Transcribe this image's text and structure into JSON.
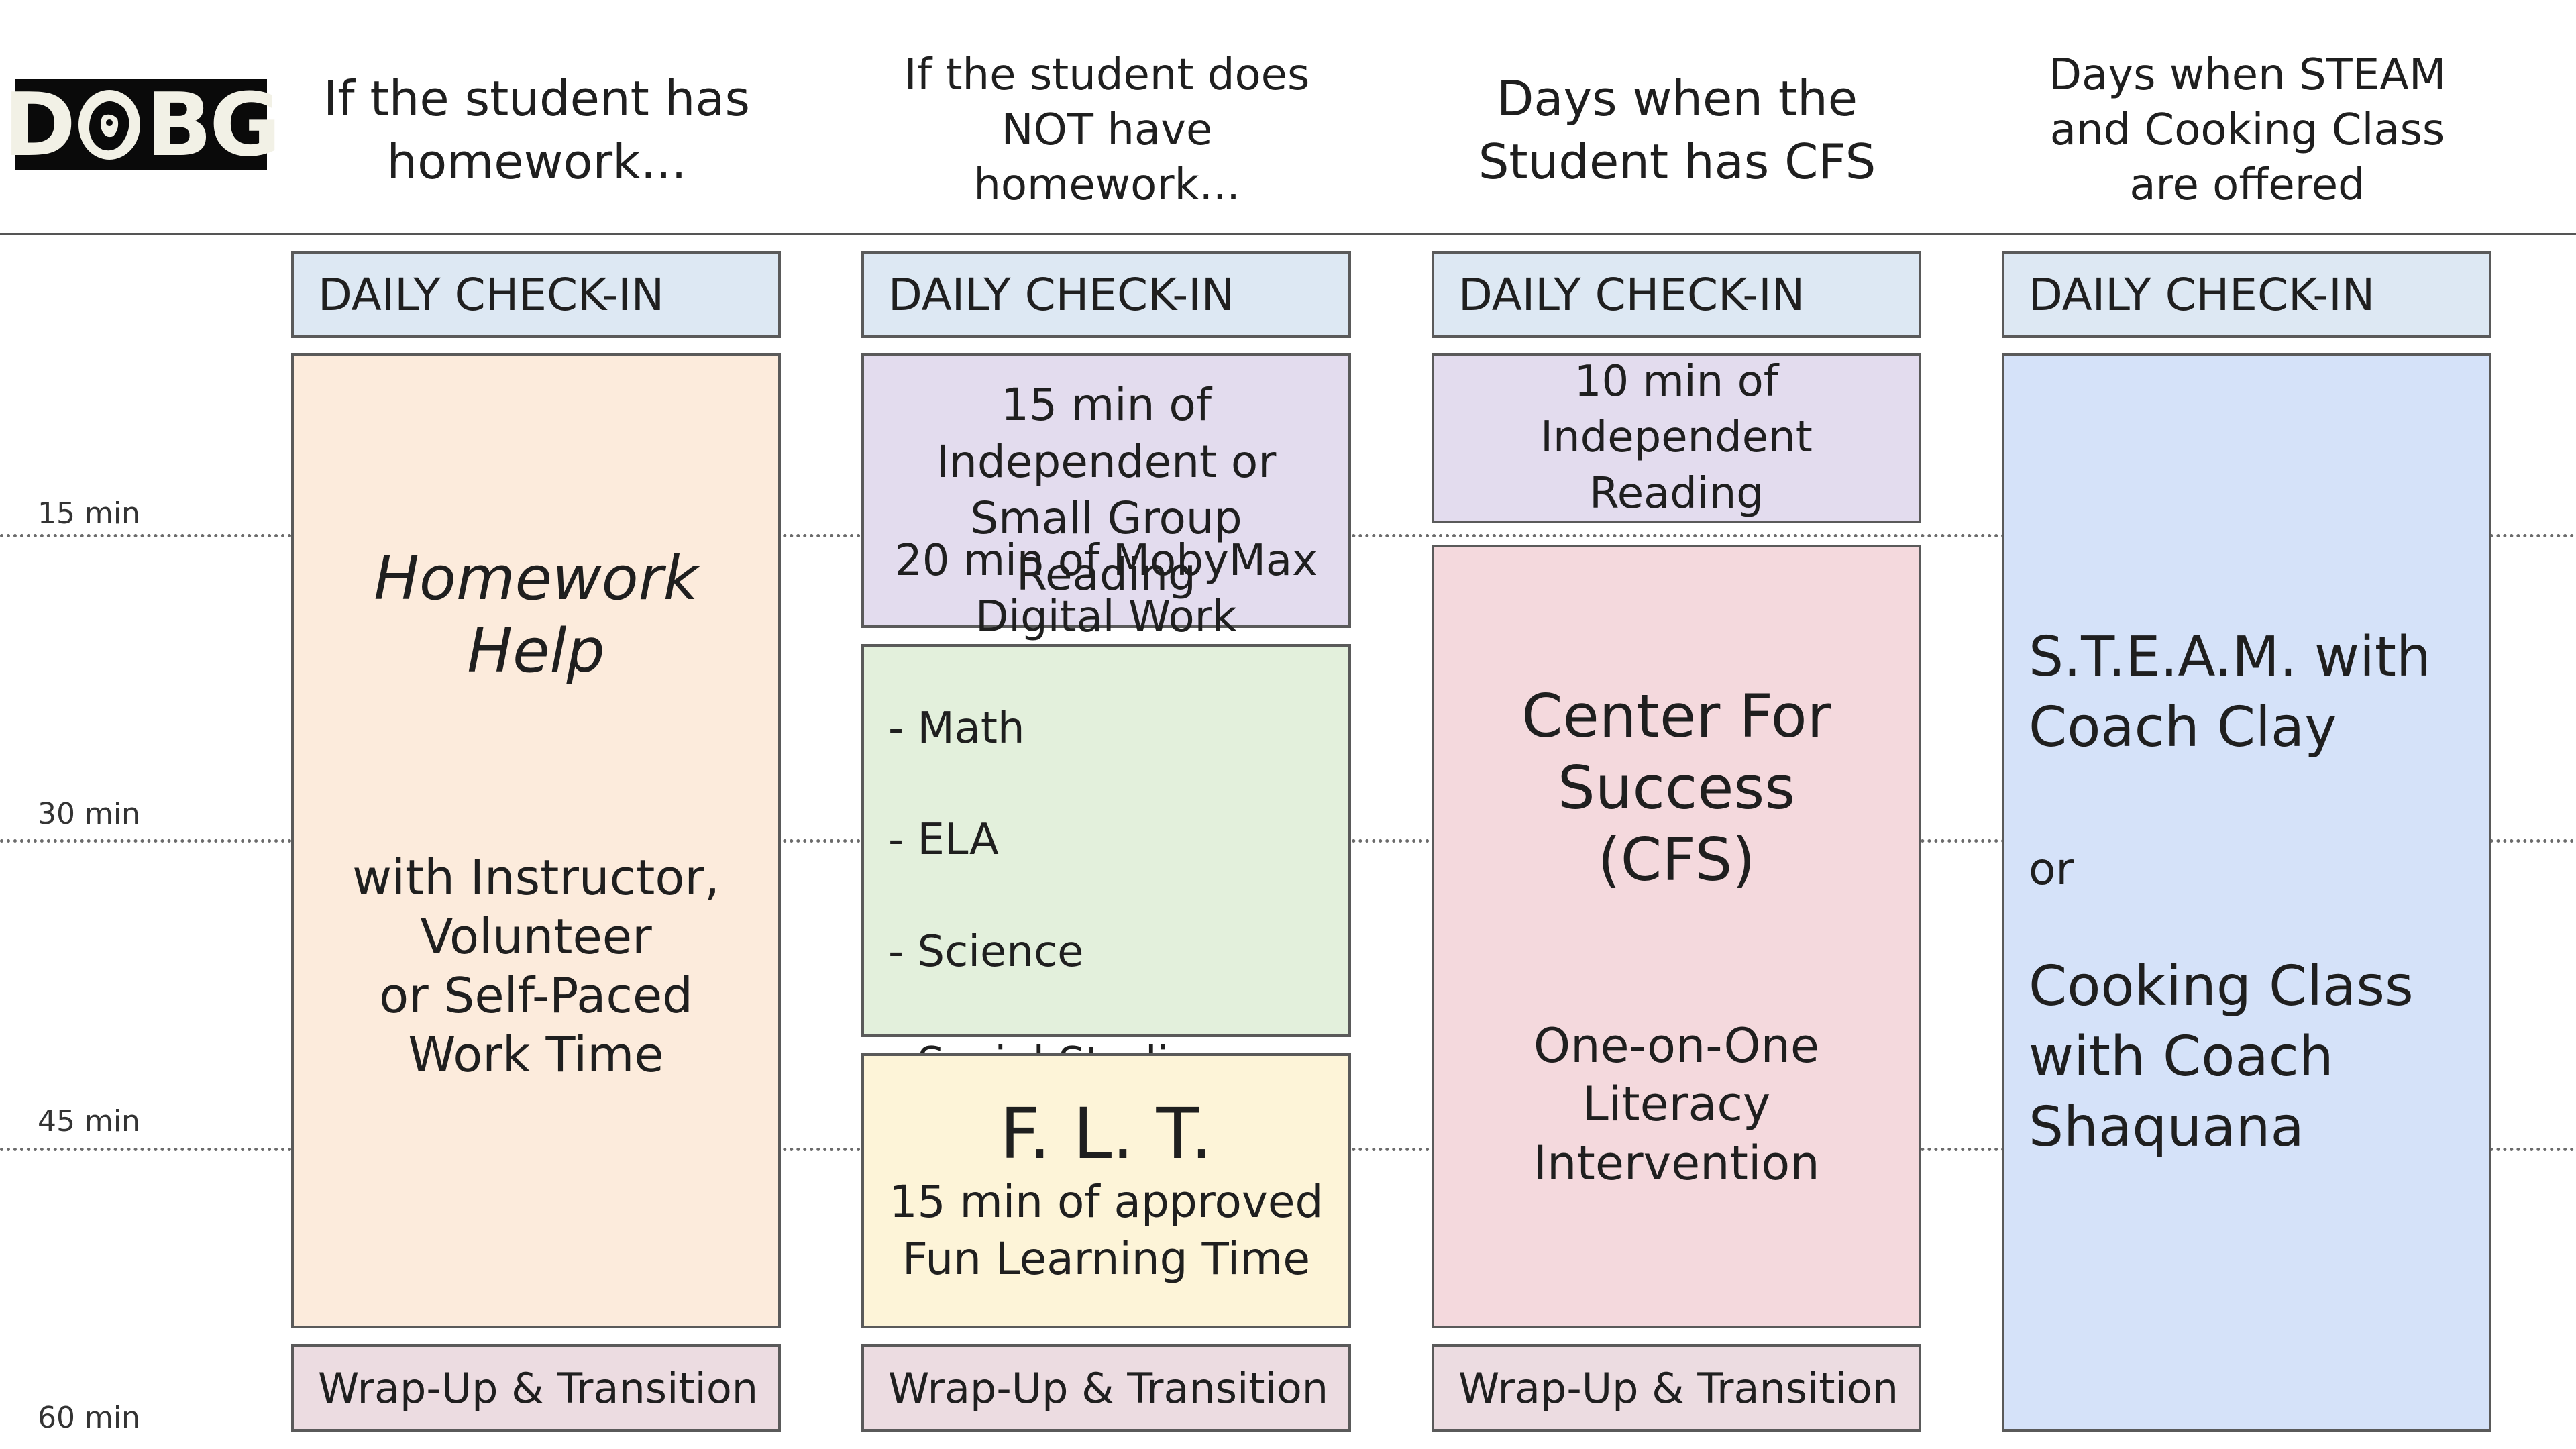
{
  "logo": {
    "text": "DBG",
    "icon": "lion-head-icon"
  },
  "columns": [
    {
      "heading": "If the student has\nhomework..."
    },
    {
      "heading": "If the student does\nNOT have\nhomework..."
    },
    {
      "heading": "Days when the\nStudent has CFS"
    },
    {
      "heading": "Days when STEAM\nand Cooking Class\nare offered"
    }
  ],
  "time_markers": [
    "15 min",
    "30 min",
    "45 min",
    "60 min"
  ],
  "checkin_label": "DAILY CHECK-IN",
  "wrap_label": "Wrap-Up & Transition",
  "homework": {
    "title": "Homework\nHelp",
    "detail": "with Instructor,\nVolunteer\nor Self-Paced\nWork Time"
  },
  "no_homework": {
    "reading": "15 min of\nIndependent or\nSmall Group\nReading",
    "mobymax_title": "20 min of MobyMax\nDigital Work",
    "mobymax_subjects": [
      "- Math",
      "- ELA",
      "- Science",
      "- Social Studies"
    ],
    "flt_title": "F. L. T.",
    "flt_detail": "15 min of approved\nFun Learning Time"
  },
  "cfs": {
    "reading": "10 min of\nIndependent\nReading",
    "title": "Center For\nSuccess\n(CFS)",
    "detail": "One-on-One\nLiteracy\nIntervention"
  },
  "steam": {
    "option1": "S.T.E.A.M. with\nCoach Clay",
    "or": "or",
    "option2": "Cooking Class\nwith Coach\nShaquana"
  },
  "colors": {
    "checkin": "#dde8f3",
    "homework": "#fcebdc",
    "reading": "#e3dcee",
    "mobymax": "#e3f0dc",
    "flt": "#fdf4d8",
    "cfs": "#f4d9dd",
    "steam": "#d5e2f9",
    "wrap": "#ecdce1"
  }
}
